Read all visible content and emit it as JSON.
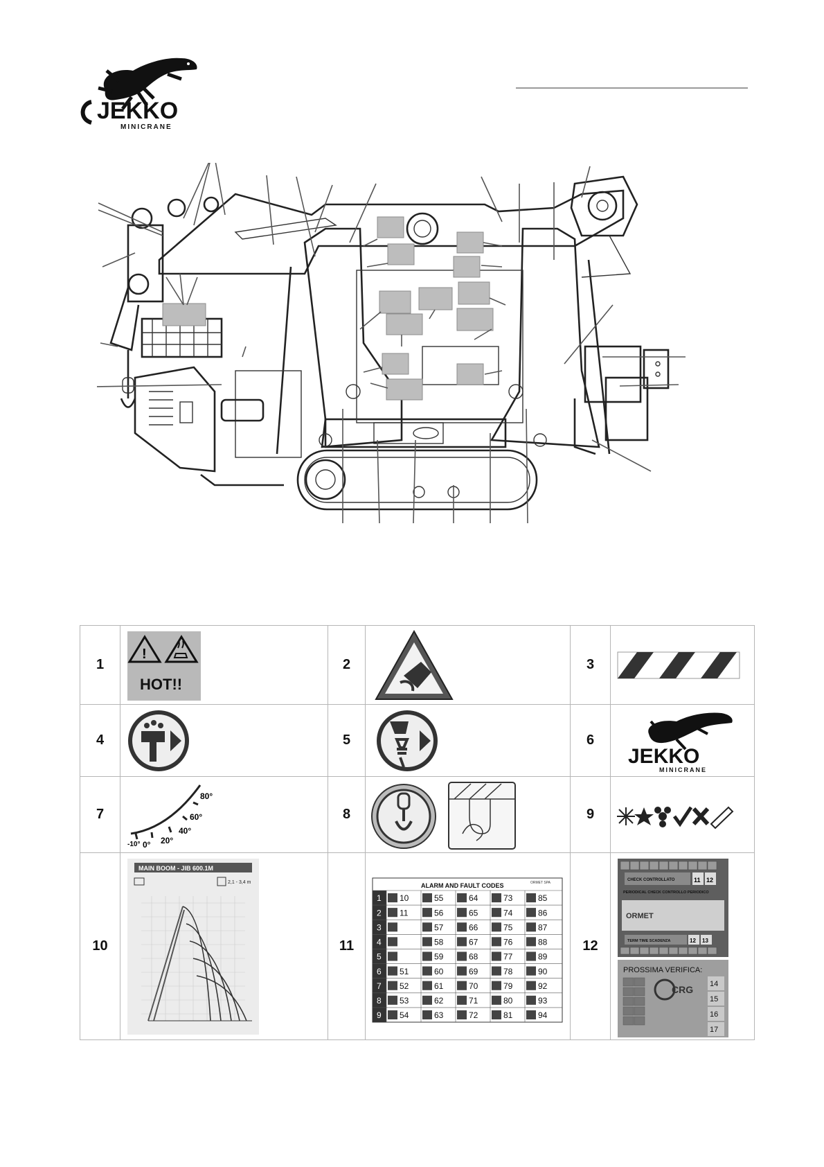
{
  "logo": {
    "brand": "JEKKO",
    "sub": "MINICRANE"
  },
  "table": {
    "rows": [
      [
        {
          "num": "1",
          "label": "HOT!!"
        },
        {
          "num": "2"
        },
        {
          "num": "3"
        }
      ],
      [
        {
          "num": "4"
        },
        {
          "num": "5"
        },
        {
          "num": "6",
          "brand": "JEKKO",
          "sub": "MINICRANE"
        }
      ],
      [
        {
          "num": "7",
          "angles": [
            "-10°",
            "0°",
            "20°",
            "40°",
            "60°",
            "80°"
          ]
        },
        {
          "num": "8"
        },
        {
          "num": "9"
        }
      ],
      [
        {
          "num": "10",
          "chart_title": "MAIN BOOM - JIB 600.1M",
          "range": "2,1 - 3,4 m"
        },
        {
          "num": "11",
          "chart_title": "ALARM AND FAULT CODES",
          "header_note": "ORMET SPA"
        },
        {
          "num": "12",
          "check_title": "CHECK CONTROLLATO",
          "periodic": "PERIODICAL CHECK CONTROLLO PERIODICO",
          "brand": "ORMET",
          "term": "TERM TIME SCADENZA",
          "next": "PROSSIMA VERIFICA:",
          "crg": "CRG"
        }
      ]
    ]
  },
  "alarm_grid": {
    "row_numbers": [
      "1",
      "2",
      "3",
      "4",
      "5",
      "6",
      "7",
      "8",
      "9"
    ],
    "columns": [
      [
        "10",
        "11",
        "",
        "",
        "",
        "51",
        "52",
        "53",
        "54"
      ],
      [
        "55",
        "56",
        "57",
        "58",
        "59",
        "60",
        "61",
        "62",
        "63"
      ],
      [
        "64",
        "65",
        "66",
        "67",
        "68",
        "69",
        "70",
        "71",
        "72"
      ],
      [
        "73",
        "74",
        "75",
        "76",
        "77",
        "78",
        "79",
        "80",
        "81"
      ],
      [
        "85",
        "86",
        "87",
        "88",
        "89",
        "90",
        "92",
        "93",
        "94"
      ]
    ]
  },
  "checks": {
    "top_nums": [
      "11",
      "12"
    ],
    "mid_nums": [
      "12",
      "13"
    ],
    "side_nums": [
      "14",
      "15",
      "16",
      "17"
    ]
  }
}
